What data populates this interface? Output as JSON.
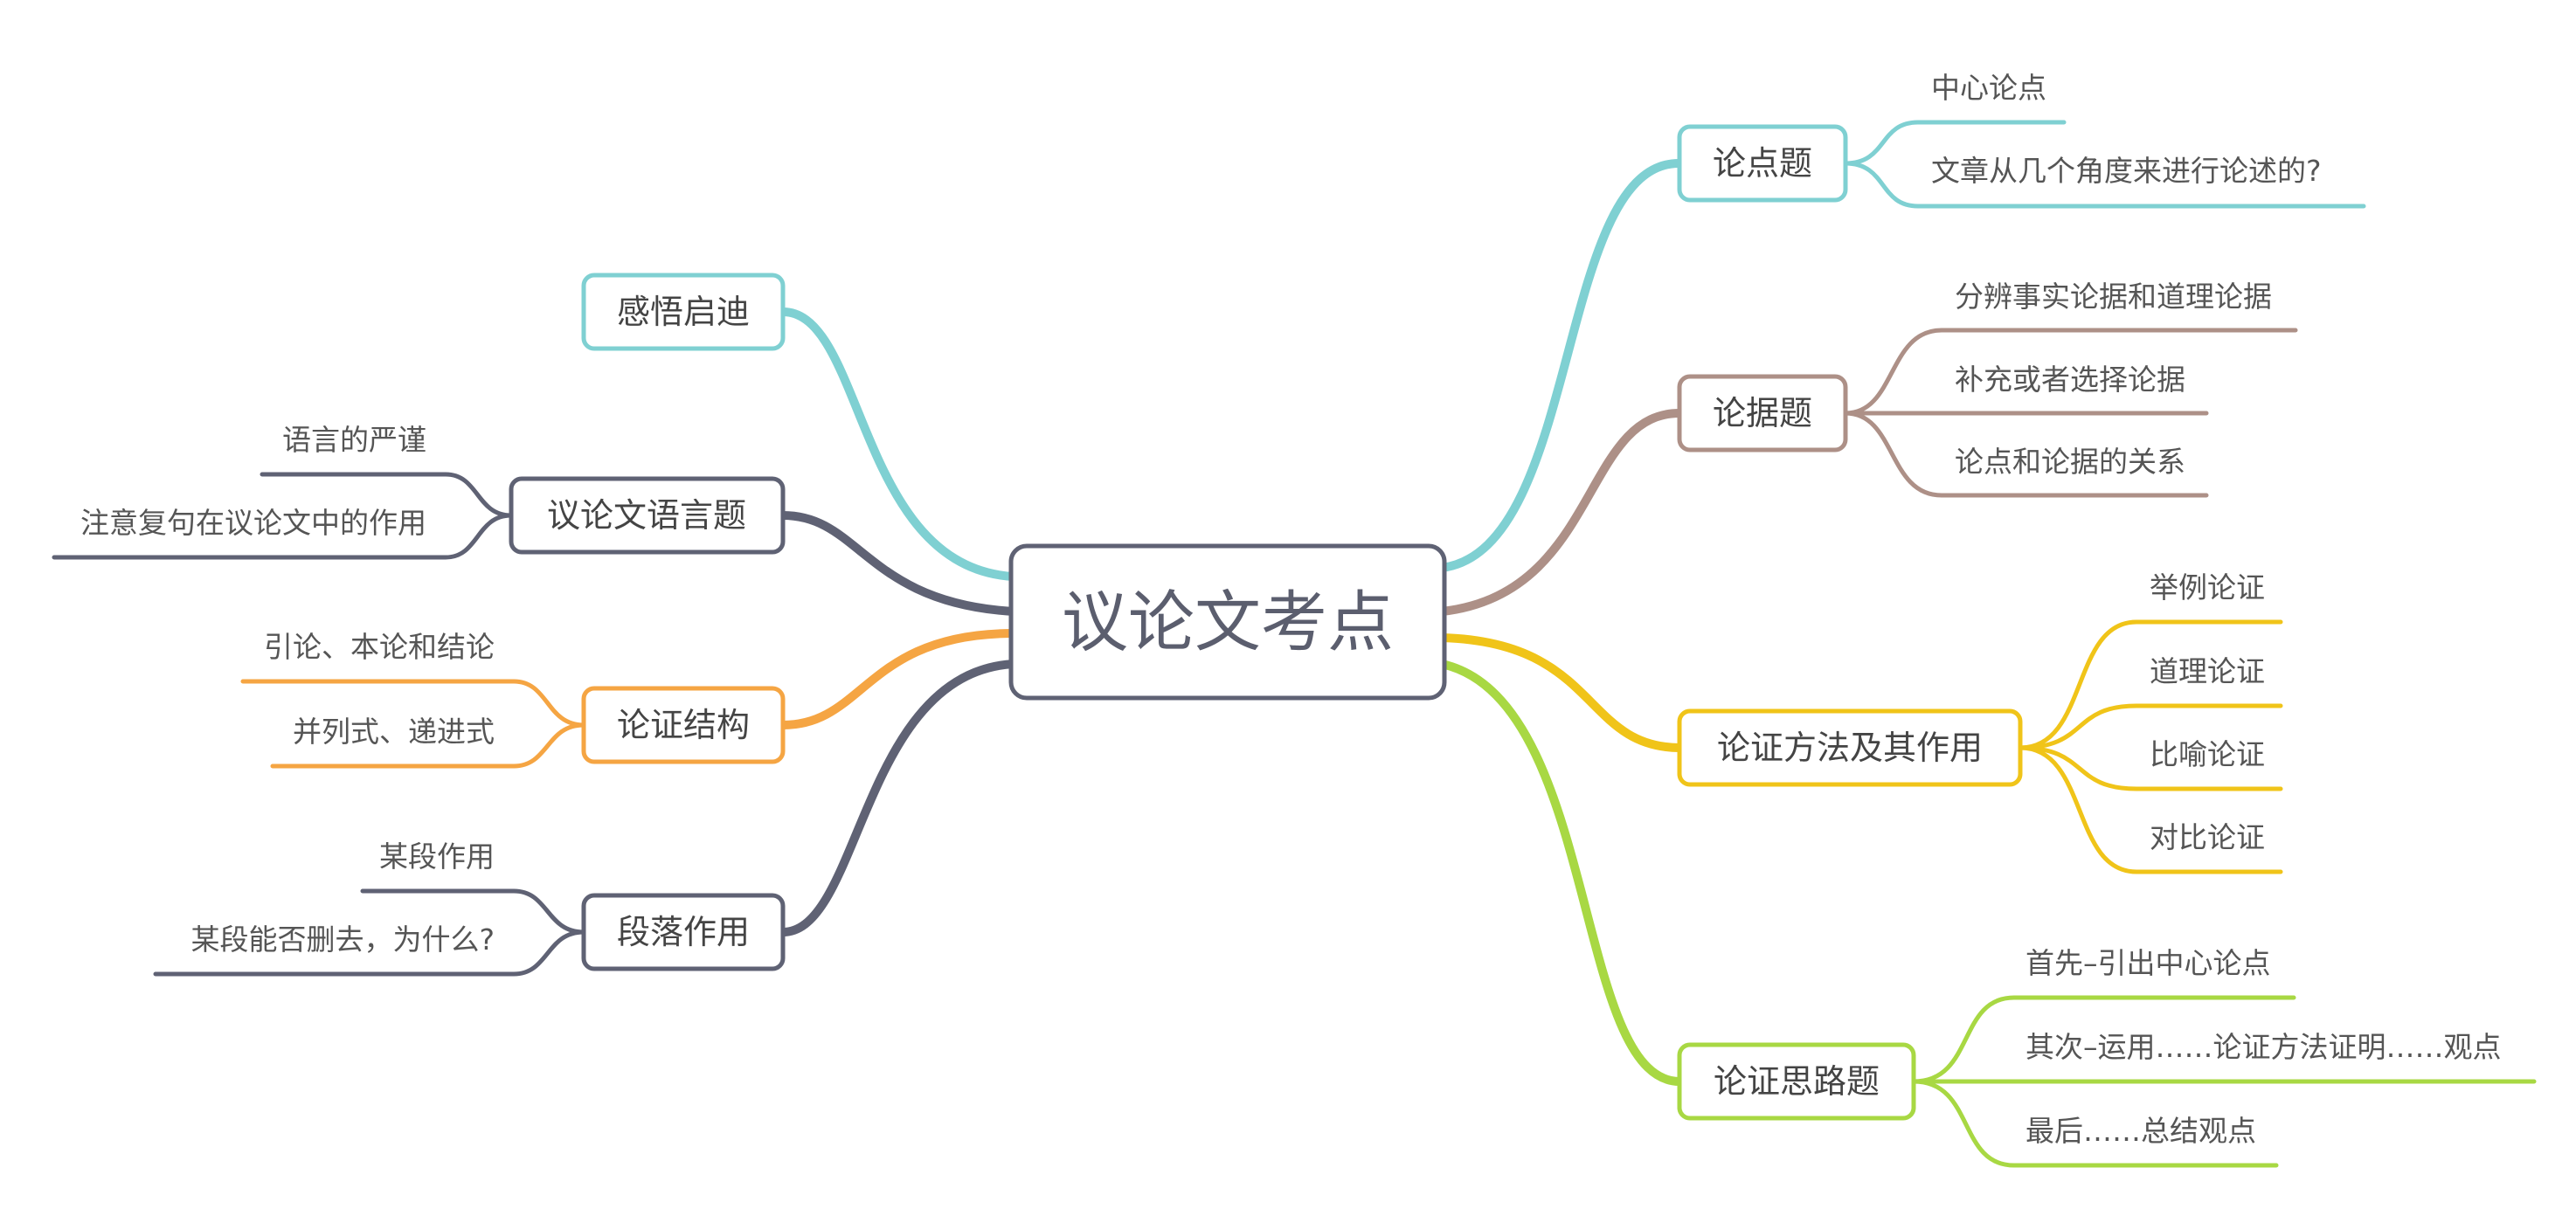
{
  "root": {
    "label": "议论文考点",
    "color": "#5f6274"
  },
  "branches": [
    {
      "id": "lundian",
      "side": "right",
      "label": "论点题",
      "color": "#7fd0d2",
      "children": [
        "中心论点",
        "文章从几个角度来进行论述的?"
      ]
    },
    {
      "id": "lunju",
      "side": "right",
      "label": "论据题",
      "color": "#ad9087",
      "children": [
        "分辨事实论据和道理论据",
        "补充或者选择论据",
        "论点和论据的关系"
      ]
    },
    {
      "id": "fangfa",
      "side": "right",
      "label": "论证方法及其作用",
      "color": "#f0c419",
      "children": [
        "举例论证",
        "道理论证",
        "比喻论证",
        "对比论证"
      ]
    },
    {
      "id": "silu",
      "side": "right",
      "label": "论证思路题",
      "color": "#a8d843",
      "children": [
        "首先–引出中心论点",
        "其次–运用……论证方法证明……观点",
        "最后……总结观点"
      ]
    },
    {
      "id": "ganwu",
      "side": "left",
      "label": "感悟启迪",
      "color": "#7fd0d2",
      "children": []
    },
    {
      "id": "yuyan",
      "side": "left",
      "label": "议论文语言题",
      "color": "#5f6274",
      "children": [
        "语言的严谨",
        "注意复句在议论文中的作用"
      ]
    },
    {
      "id": "jiegou",
      "side": "left",
      "label": "论证结构",
      "color": "#f5a543",
      "children": [
        "引论、本论和结论",
        "并列式、递进式"
      ]
    },
    {
      "id": "duanluo",
      "side": "left",
      "label": "段落作用",
      "color": "#5f6274",
      "children": [
        "某段作用",
        "某段能否删去，为什么?"
      ]
    }
  ]
}
